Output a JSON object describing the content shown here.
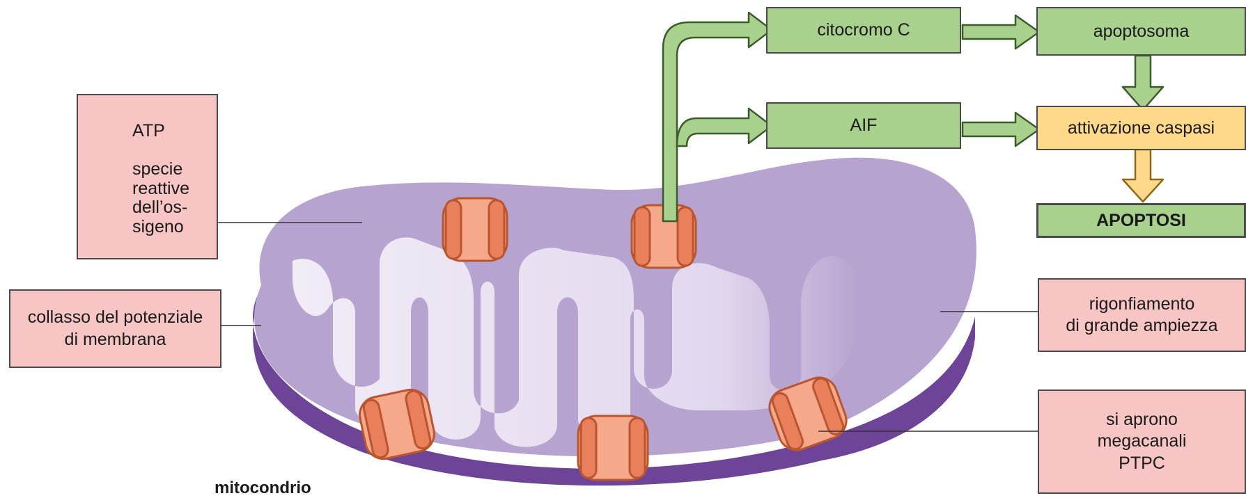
{
  "colors": {
    "mito_fill": "#b7a3cf",
    "mito_shadow": "#6d4497",
    "cristae_fill": "#ece6f3",
    "channel": "#f5a88a",
    "channel_stroke": "#b9552f",
    "green_box": "#a9d18e",
    "yellow_box": "#ffd98a",
    "pink_box": "#f7c6c4",
    "red_arrow": "#e35050"
  },
  "nodes": {
    "citocromo": "citocromo C",
    "apoptosoma": "apoptosoma",
    "aif": "AIF",
    "caspasi": "attivazione caspasi",
    "apoptosi": "APOPTOSI"
  },
  "legend": {
    "atp": "ATP",
    "ros": "specie\nreattive\ndell’os-\nsigeno"
  },
  "labels": {
    "collasso": "collasso del potenziale\ndi membrana",
    "rigonfiamento": "rigonfiamento\ndi grande ampiezza",
    "megacanali": "si aprono\nmegacanali\nPTPC"
  },
  "title": "mitocondrio"
}
